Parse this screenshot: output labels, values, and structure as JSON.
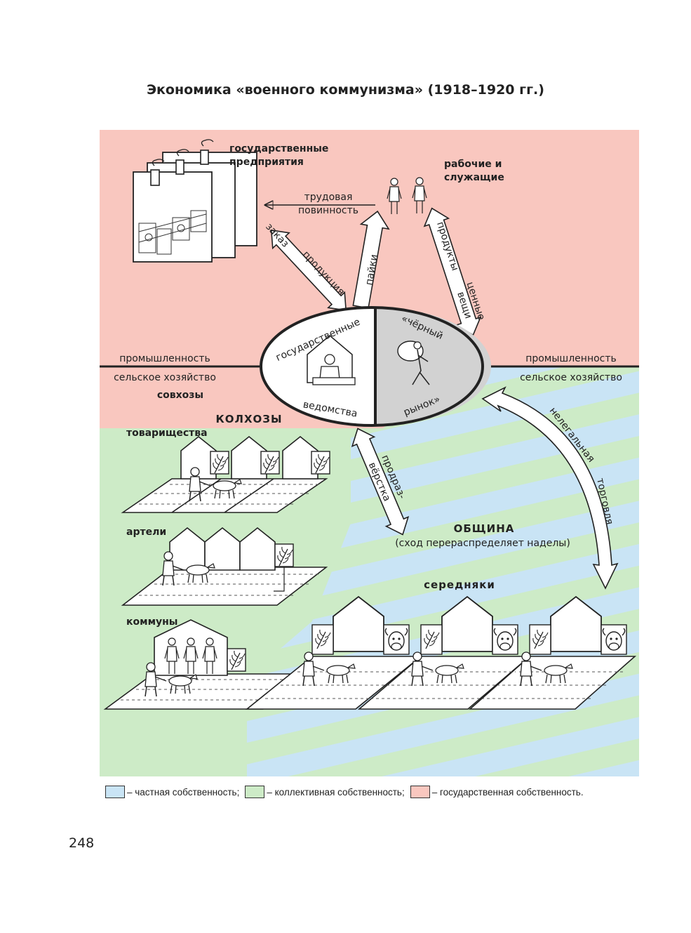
{
  "title": "Экономика «военного коммунизма» (1918–1920 гг.)",
  "colors": {
    "state": "#f9c7bf",
    "collective": "#cdebc7",
    "private": "#c9e4f5",
    "market": "#d2d2d2",
    "ink": "#1a1a1a"
  },
  "nodes": {
    "state_enterprises": "государственные предприятия",
    "workers": "рабочие и служащие",
    "state_agencies_top": "государственные",
    "state_agencies_bottom": "ведомства",
    "black_market_top": "«чёрный",
    "black_market_bottom": "рынок»",
    "kolkhozy": "КОЛХОЗЫ",
    "sovkhozy": "совхозы",
    "tovarishchestva": "товарищества",
    "arteli": "артели",
    "kommuny": "коммуны",
    "obshchina": "ОБЩИНА",
    "obshchina_note": "(сход перераспределяет наделы)",
    "serednyaki": "середняки"
  },
  "sectors": {
    "industry": "промышленность",
    "agriculture": "сельское хозяйство"
  },
  "flows": {
    "labor_duty_1": "трудовая",
    "labor_duty_2": "повинность",
    "order": "заказ",
    "production": "продукция",
    "rations": "пайки",
    "products": "продукты",
    "valuables_1": "ценные",
    "valuables_2": "вещи",
    "prodrazverstka_1": "продраз-",
    "prodrazverstka_2": "вёрстка",
    "illegal_trade_1": "нелегальная",
    "illegal_trade_2": "торговля"
  },
  "legend": {
    "private": "– частная собственность;",
    "collective": "– коллективная собственность;",
    "state": "– государственная собственность."
  },
  "page_number": "248"
}
